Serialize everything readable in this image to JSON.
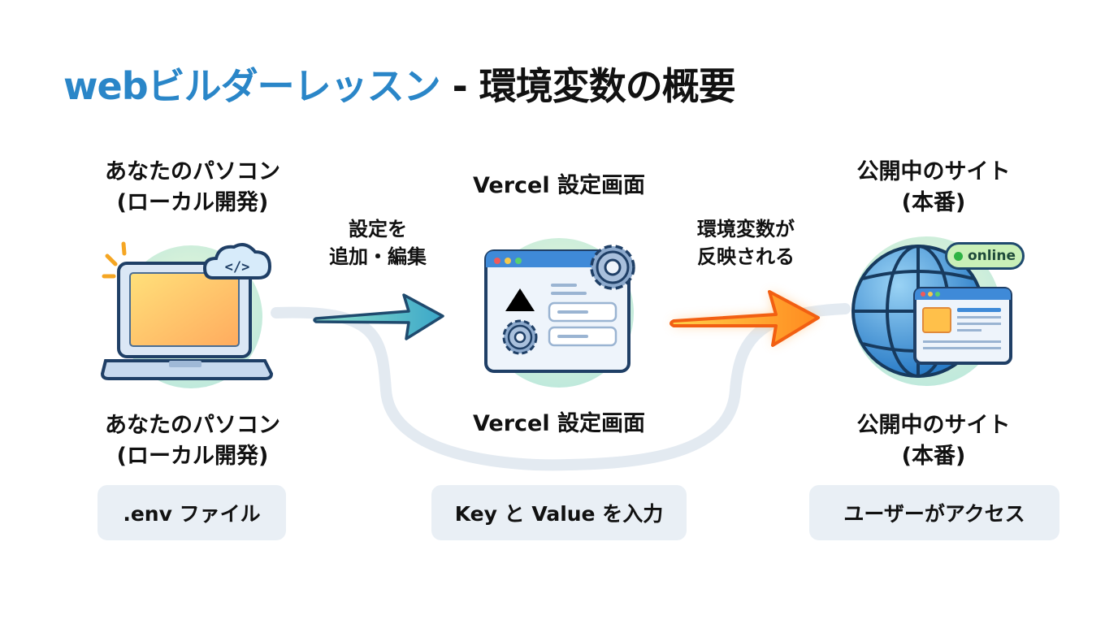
{
  "title": {
    "accent": "webビルダーレッスン",
    "rest": " - 環境変数の概要"
  },
  "nodes": [
    {
      "id": "local",
      "top_label_line1": "あなたのパソコン",
      "top_label_line2": "(ローカル開発)",
      "bottom_label_line1": "あなたのパソコン",
      "bottom_label_line2": "(ローカル開発)",
      "pill": ".env ファイル",
      "icon": "laptop-cloud-code-icon"
    },
    {
      "id": "vercel",
      "top_label_line1": "Vercel 設定画面",
      "bottom_label_line1": "Vercel 設定画面",
      "pill": "Key と Value を入力",
      "icon": "settings-window-icon"
    },
    {
      "id": "production",
      "top_label_line1": "公開中のサイト",
      "top_label_line2": "(本番)",
      "bottom_label_line1": "公開中のサイト",
      "bottom_label_line2": "(本番)",
      "pill": "ユーザーがアクセス",
      "icon": "globe-website-icon",
      "badge": "online"
    }
  ],
  "arrows": [
    {
      "from": "local",
      "to": "vercel",
      "label_line1": "設定を",
      "label_line2": "追加・編集",
      "color": "#3bb8c4"
    },
    {
      "from": "vercel",
      "to": "production",
      "label_line1": "環境変数が",
      "label_line2": "反映される",
      "color": "#f57c1f"
    }
  ],
  "colors": {
    "accent": "#2a86c8",
    "pill_bg": "#e9eff5",
    "online": "#2fb344"
  }
}
